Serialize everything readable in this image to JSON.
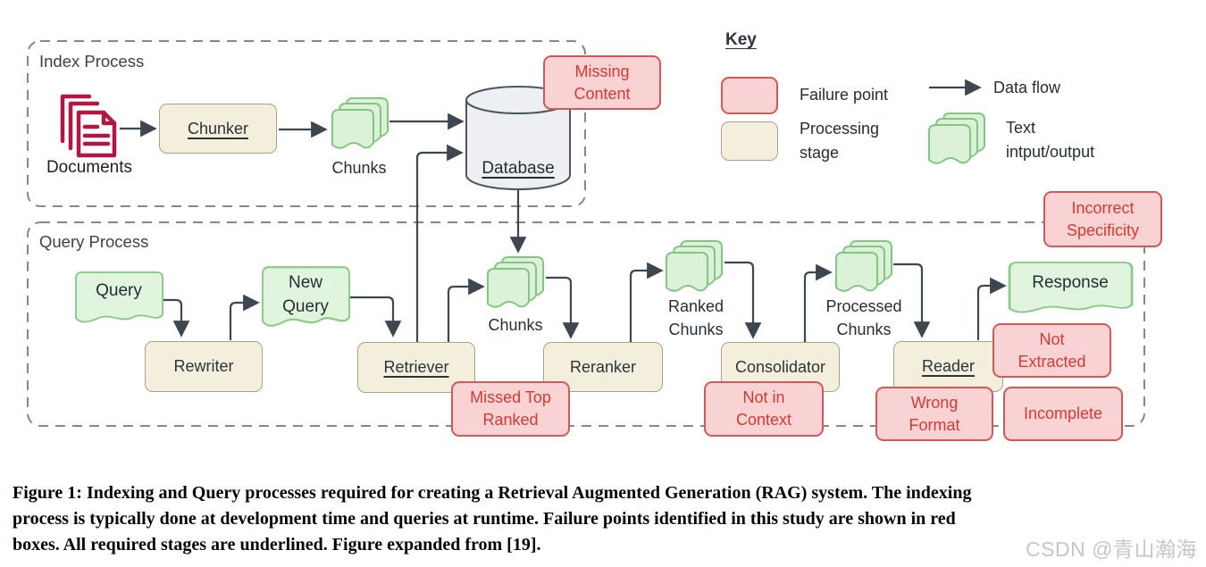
{
  "index_process": {
    "title": "Index Process",
    "documents": "Documents",
    "chunker": "Chunker",
    "chunks": "Chunks",
    "database": "Database",
    "failure_missing_content": "Missing\nContent"
  },
  "key": {
    "title": "Key",
    "failure_point": "Failure point",
    "data_flow": "Data flow",
    "processing_stage": "Processing\nstage",
    "text_io": "Text\nintput/output"
  },
  "query_process": {
    "title": "Query Process",
    "query": "Query",
    "rewriter": "Rewriter",
    "new_query": "New\nQuery",
    "retriever": "Retriever",
    "chunks": "Chunks",
    "reranker": "Reranker",
    "ranked_chunks": "Ranked\nChunks",
    "consolidator": "Consolidator",
    "processed_chunks": "Processed\nChunks",
    "reader": "Reader",
    "response": "Response",
    "failures": {
      "missed_top_ranked": "Missed Top\nRanked",
      "not_in_context": "Not in\nContext",
      "wrong_format": "Wrong\nFormat",
      "incomplete": "Incomplete",
      "not_extracted": "Not\nExtracted",
      "incorrect_specificity": "Incorrect\nSpecificity"
    }
  },
  "caption": "Figure 1: Indexing and Query processes required for creating a Retrieval Augmented Generation (RAG) system. The indexing\nprocess is typically done at development time and queries at runtime. Failure points identified in this study are shown in red\nboxes. All required stages are underlined. Figure expanded from [19].",
  "watermark": "CSDN @青山瀚海",
  "colors": {
    "failure_fill": "#f9d2d4",
    "failure_border": "#d05a56",
    "failure_text": "#d43a32",
    "stage_fill": "#f4efdc",
    "stage_border": "#a9a28a",
    "io_fill": "#dcf2d8",
    "io_border": "#83c681",
    "arrow": "#3e474f",
    "documents_icon": "#b01843",
    "dashed_border": "#83888e"
  }
}
